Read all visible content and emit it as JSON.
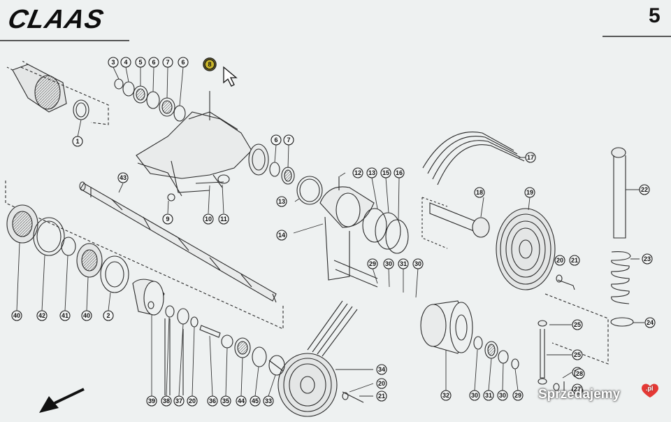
{
  "brand": {
    "logo": "CLAAS",
    "page_number": "5"
  },
  "watermark": {
    "text": "Sprzedajemy",
    "suffix": ".pl"
  },
  "callouts": [
    "1",
    "3",
    "4",
    "5",
    "6",
    "7",
    "6",
    "8",
    "6",
    "7",
    "9",
    "10",
    "11",
    "12",
    "13",
    "13",
    "15",
    "16",
    "14",
    "17",
    "18",
    "19",
    "20",
    "21",
    "22",
    "23",
    "24",
    "25",
    "25",
    "26",
    "27",
    "28",
    "43",
    "29",
    "30",
    "31",
    "30",
    "40",
    "42",
    "41",
    "40",
    "2",
    "39",
    "38",
    "37",
    "20",
    "36",
    "35",
    "44",
    "45",
    "33",
    "34",
    "20",
    "21",
    "32",
    "30",
    "31",
    "30",
    "29"
  ],
  "colors": {
    "line": "#2a2a2a",
    "highlight": "#c9b52a",
    "background": "#eef1f1"
  },
  "icons": [
    "cursor-arrow-icon",
    "direction-arrow-icon",
    "watermark-heart-icon"
  ]
}
